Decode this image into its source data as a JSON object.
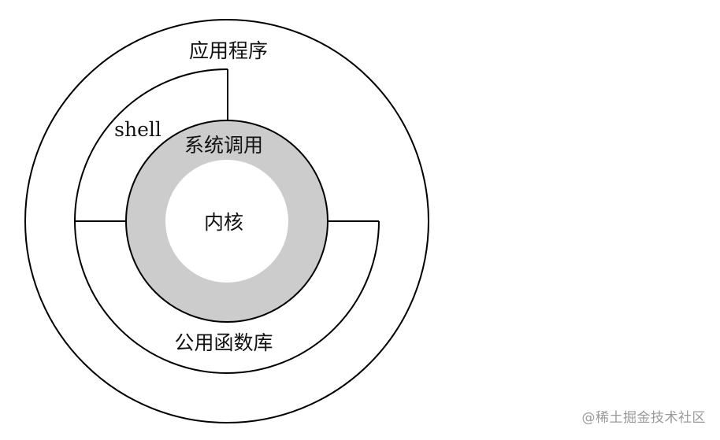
{
  "diagram": {
    "labels": {
      "applications": "应用程序",
      "shell": "shell",
      "system_calls": "系统调用",
      "kernel": "内核",
      "library_routines": "公用函数库"
    },
    "colors": {
      "ring_fill": "#cccccc",
      "line": "#000000",
      "background": "#ffffff"
    }
  },
  "watermark": {
    "text": "@稀土掘金技术社区"
  }
}
